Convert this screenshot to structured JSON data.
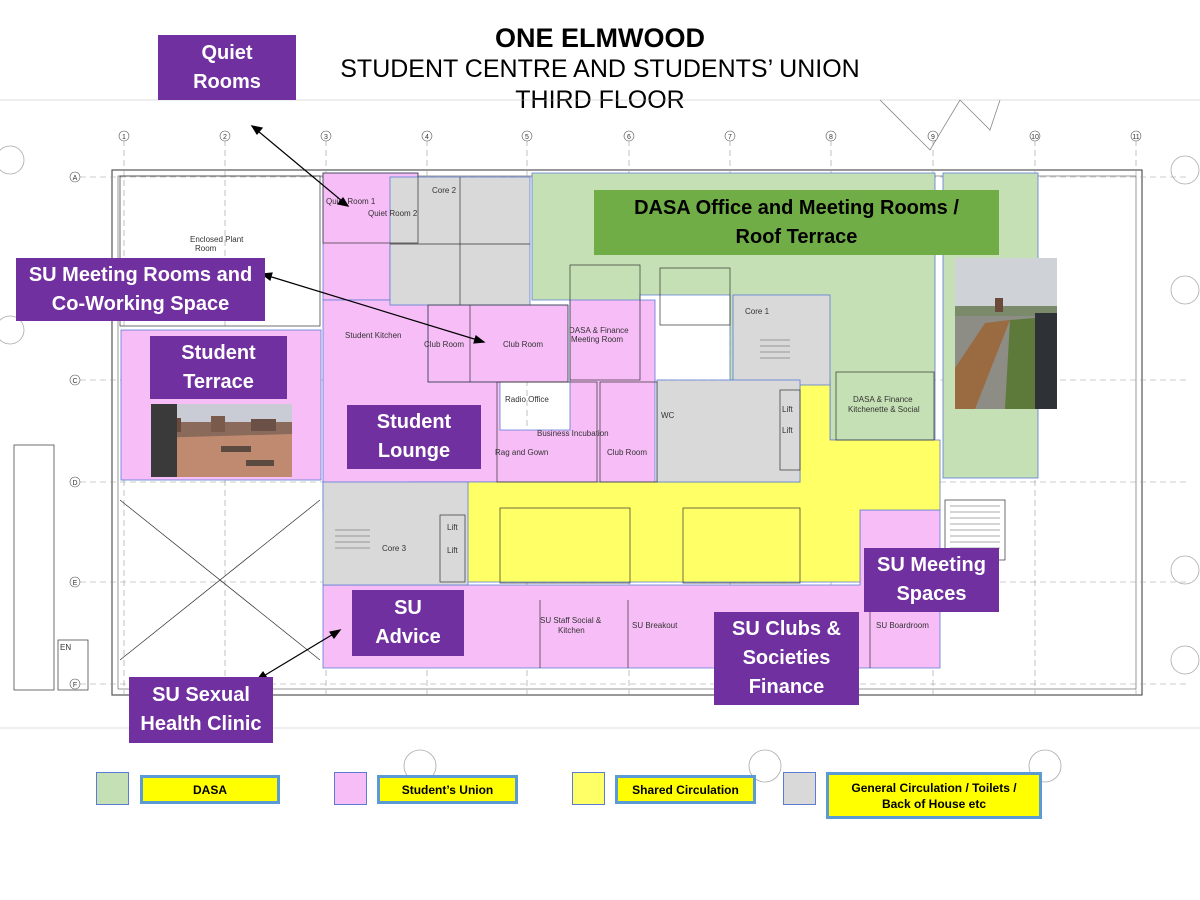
{
  "title": {
    "main": "ONE ELMWOOD",
    "line2": "STUDENT CENTRE AND STUDENTS’ UNION",
    "line3": "THIRD FLOOR"
  },
  "callouts": {
    "quiet_rooms": [
      "Quiet",
      "Rooms"
    ],
    "su_meeting_rooms": [
      "SU Meeting Rooms and",
      "Co-Working Space"
    ],
    "student_terrace": [
      "Student",
      "Terrace"
    ],
    "student_lounge": [
      "Student",
      "Lounge"
    ],
    "dasa_office": [
      "DASA Office and Meeting Rooms /",
      "Roof Terrace"
    ],
    "su_meeting_spaces": [
      "SU Meeting",
      "Spaces"
    ],
    "su_advice": [
      "SU",
      "Advice"
    ],
    "su_clubs": [
      "SU Clubs &",
      "Societies",
      "Finance"
    ],
    "su_sexual_health": [
      "SU Sexual",
      "Health Clinic"
    ]
  },
  "rooms": {
    "quiet_room_1": "Quiet Room 1",
    "quiet_room_2": "Quiet Room 2",
    "core_2": "Core 2",
    "enclosed_plant_1": "Enclosed Plant",
    "enclosed_plant_2": "Room",
    "student_kitchen": "Student Kitchen",
    "club_room_a": "Club Room",
    "club_room_b": "Club Room",
    "dasa_finance_meeting_1": "DASA & Finance",
    "dasa_finance_meeting_2": "Meeting Room",
    "core_1": "Core 1",
    "radio_office": "Radio Office",
    "business_incubation": "Business Incubation",
    "rag_and_gown": "Rag and Gown",
    "club_room_c": "Club Room",
    "wc": "WC",
    "lift_1": "Lift",
    "lift_2": "Lift",
    "lift_3": "Lift",
    "lift_4": "Lift",
    "core_3": "Core 3",
    "dasa_kitchenette_1": "DASA & Finance",
    "dasa_kitchenette_2": "Kitchenette & Social",
    "su_staff_social_1": "SU Staff Social &",
    "su_staff_social_2": "Kitchen",
    "su_breakout": "SU Breakout",
    "su_boardroom": "SU Boardroom",
    "en": "EN"
  },
  "grid": {
    "columns": [
      "1",
      "2",
      "3",
      "4",
      "5",
      "6",
      "7",
      "8",
      "9",
      "10",
      "11"
    ],
    "rows": [
      "A",
      "C",
      "D",
      "E",
      "F"
    ]
  },
  "legend": [
    {
      "label": "DASA",
      "color": "#c5e0b4"
    },
    {
      "label": "Student’s Union",
      "color": "#f4b8f4"
    },
    {
      "label": "Shared Circulation",
      "color": "#ffff66"
    },
    {
      "label": "General Circulation / Toilets / Back of House etc",
      "color": "#d9d9d9"
    }
  ],
  "colors": {
    "dasa": "#c5e0b4",
    "su": "#f7bdf7",
    "shared": "#ffff66",
    "general": "#d9d9d9",
    "callout_purple": "#7030a0",
    "callout_green": "#70ad47"
  }
}
